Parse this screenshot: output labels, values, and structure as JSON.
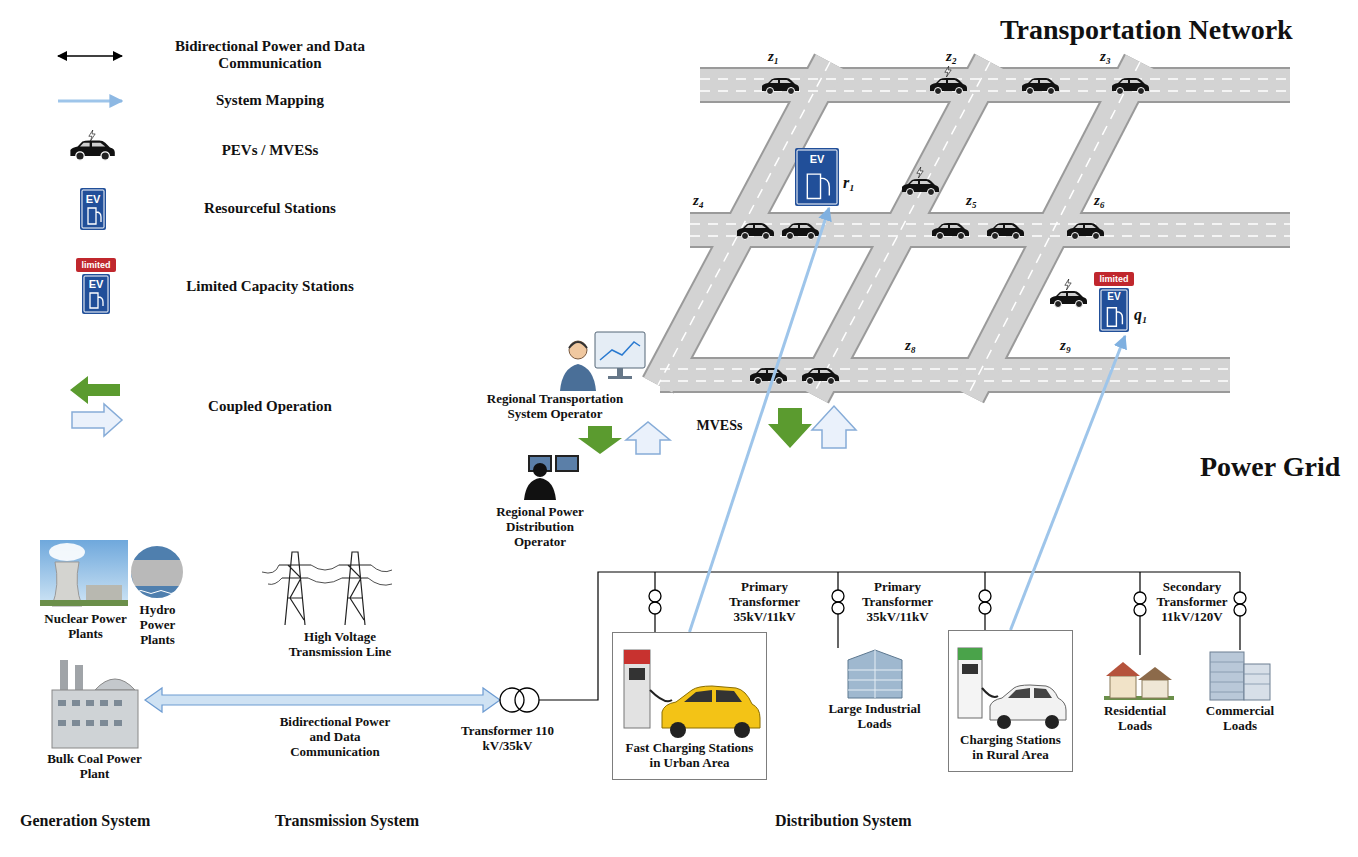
{
  "diagram": {
    "nodes": [
      {
        "text": [
          "Transportation Network"
        ]
      },
      {
        "text": [
          "EV",
          "r₁"
        ],
        "in": 0
      },
      {
        "text": [
          "limited",
          "EV",
          "q₁"
        ],
        "in": 0
      },
      {
        "text": [
          "Power Grid"
        ]
      },
      {
        "text": [
          "Fast Charging Stations in Urban Area"
        ],
        "in": 3
      },
      {
        "text": [
          "Charging Stations in Rural Area"
        ],
        "in": 3
      }
    ],
    "edges": [
      {
        "from": 4,
        "to": 1,
        "arrow": "to"
      },
      {
        "from": 5,
        "to": 2,
        "arrow": "to"
      }
    ],
    "labels": [
      "z₁",
      "z₂",
      "z₃",
      "z₄",
      "z₅",
      "z₆",
      "z₈",
      "z₉",
      "Regional Transportation System Operator",
      "MVESs",
      "Regional Power Distribution Operator",
      "Nuclear Power Plants",
      "Hydro Power Plants",
      "Bulk Coal Power Plant",
      "High Voltage Transmission Line",
      "Bidirectional Power and Data Communication",
      "Transformer 110 kV/35kV",
      "Primary Transformer 35kV/11kV",
      "Large Industrial Loads",
      "Primary Transformer 35kV/11kV",
      "Secondary Transformer 11kV/120V",
      "Residential Loads",
      "Commercial Loads",
      "Generation System",
      "Transmission System",
      "Distribution System",
      "EV",
      "limited",
      "EV"
    ],
    "legend": [
      {
        "text": "Bidirectional Power and Data Communication"
      },
      {
        "text": "System Mapping"
      },
      {
        "text": "PEVs / MVESs"
      },
      {
        "text": "Resourceful Stations"
      },
      {
        "text": "Limited Capacity Stations"
      },
      {
        "text": "Coupled Operation"
      }
    ]
  }
}
